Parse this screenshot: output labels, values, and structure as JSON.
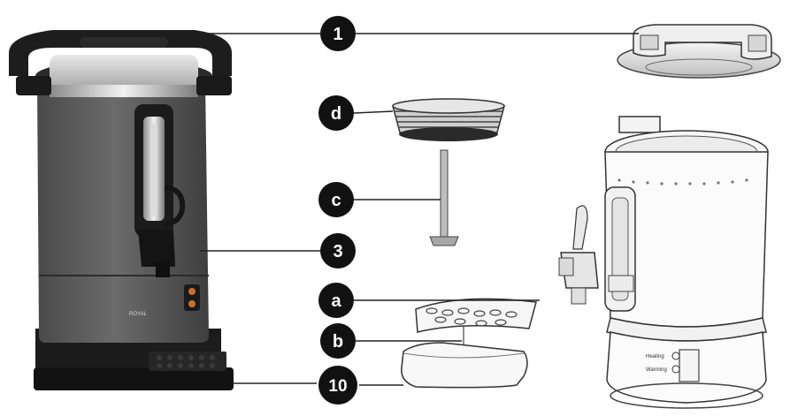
{
  "callouts": [
    {
      "id": "1",
      "label": "1"
    },
    {
      "id": "d",
      "label": "d"
    },
    {
      "id": "c",
      "label": "c"
    },
    {
      "id": "3",
      "label": "3"
    },
    {
      "id": "a",
      "label": "a"
    },
    {
      "id": "b",
      "label": "b"
    },
    {
      "id": "10",
      "label": "10"
    }
  ],
  "brand_label": "ROYAL",
  "panel_labels": {
    "top": "Heating",
    "bottom": "Warming"
  },
  "colors": {
    "body": "#5b5b5b",
    "lid": "#c9c9c9",
    "badge": "#111111",
    "line": "#222222"
  }
}
